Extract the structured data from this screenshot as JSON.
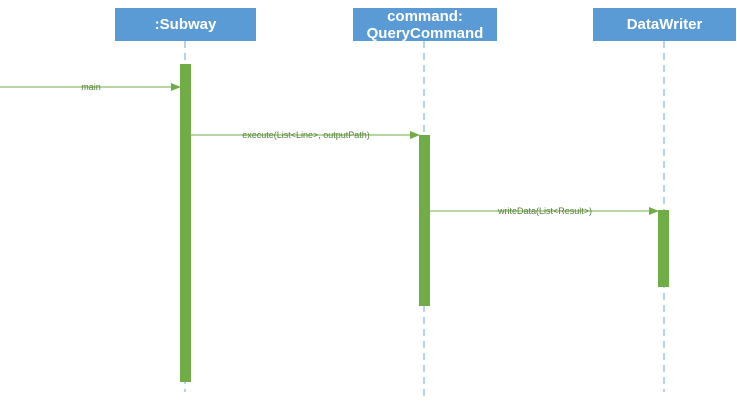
{
  "lifelines": [
    {
      "id": "subway",
      "line1": ":Subway",
      "line2": ""
    },
    {
      "id": "query",
      "line1": "command:",
      "line2": "QueryCommand"
    },
    {
      "id": "writer",
      "line1": "DataWriter",
      "line2": ""
    }
  ],
  "messages": [
    {
      "id": "main",
      "label": "main",
      "from": "external",
      "to": "subway"
    },
    {
      "id": "execute",
      "label": "execute(List<Line>, outputPath)",
      "from": "subway",
      "to": "query"
    },
    {
      "id": "writedata",
      "label": "writeData(List<Result>)",
      "from": "query",
      "to": "writer"
    }
  ],
  "colors": {
    "header_fill": "#5b9bd5",
    "header_text": "#ffffff",
    "lifeline_dash": "#9dc3e6",
    "activation_fill": "#70ad47",
    "message_line": "#70ad47",
    "message_text": "#548235"
  }
}
